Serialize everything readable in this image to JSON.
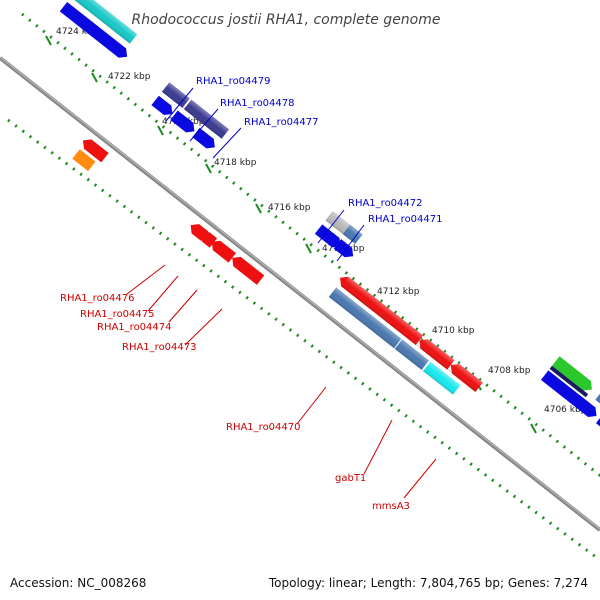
{
  "title": "Rhodococcus jostii RHA1, complete genome",
  "footer": {
    "accession": "Accession: NC_008268",
    "topology": "Topology: linear; Length: 7,804,765 bp; Genes: 7,274"
  },
  "colors": {
    "backbone": "#777777",
    "tick_dots": "#1f8a1f",
    "forward_label": "#0000cc",
    "reverse_label": "#cc0000"
  },
  "ticks": [
    "4724 kbp",
    "4722 kbp",
    "4720 kbp",
    "4718 kbp",
    "4716 kbp",
    "4714 kbp",
    "4712 kbp",
    "4710 kbp",
    "4708 kbp",
    "4706 kbp"
  ],
  "forward_gene_labels": [
    "RHA1_ro04479",
    "RHA1_ro04478",
    "RHA1_ro04477",
    "RHA1_ro04472",
    "RHA1_ro04471"
  ],
  "reverse_gene_labels": [
    "RHA1_ro04476",
    "RHA1_ro04475",
    "RHA1_ro04474",
    "RHA1_ro04473",
    "RHA1_ro04470",
    "gabT1",
    "mmsA3"
  ]
}
